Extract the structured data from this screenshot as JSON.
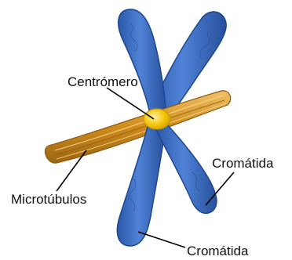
{
  "labels": {
    "centromere": "Centrómero",
    "microtubules": "Microtúbulos",
    "chromatid_upper": "Cromátida",
    "chromatid_lower": "Cromátida"
  },
  "colors": {
    "chromatid": "#3d6fc4",
    "chromatid_dark": "#1f4790",
    "chromatid_light": "#7ea7e6",
    "microtubule": "#d08b1c",
    "microtubule_dark": "#8a5a0f",
    "microtubule_light": "#f0c065",
    "centromere": "#f2c200",
    "pointer_line": "#000000"
  }
}
